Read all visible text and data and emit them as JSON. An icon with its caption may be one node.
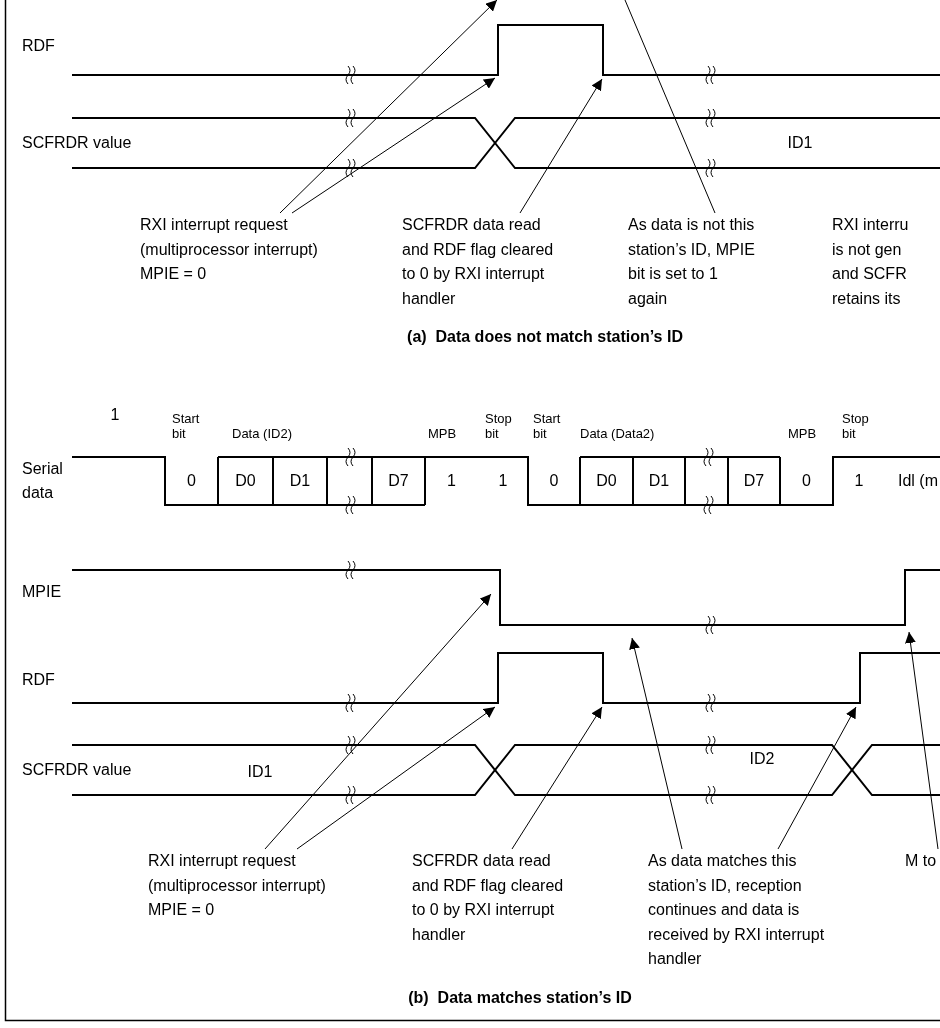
{
  "diagram": {
    "nodes": [
      {
        "text": [
          "RXI interrupt request (multiprocessor interrupt) MPIE = 0"
        ]
      },
      {
        "text": [
          "SCFRDR data read and RDF flag cleared to 0 by RXI interrupt handler"
        ]
      },
      {
        "text": [
          "As data is not this station’s ID, MPIE bit is set to 1 again"
        ]
      },
      {
        "text": [
          "RXI interru is not gen and SCFR retains its"
        ]
      },
      {
        "text": [
          "RXI interrupt request (multiprocessor interrupt) MPIE = 0"
        ]
      },
      {
        "text": [
          "SCFRDR data read and RDF flag cleared to 0 by RXI interrupt handler"
        ]
      },
      {
        "text": [
          "As data matches this station’s ID, reception continues and data is received by RXI interrupt handler"
        ]
      },
      {
        "text": [
          "M to"
        ]
      }
    ],
    "edges": [
      {
        "from": 0,
        "to": null,
        "arrow": "to"
      },
      {
        "from": 0,
        "to": null,
        "arrow": "to"
      },
      {
        "from": 1,
        "to": null,
        "arrow": "to"
      },
      {
        "from": 2,
        "to": null,
        "arrow": "none"
      },
      {
        "from": 4,
        "to": null,
        "arrow": "to"
      },
      {
        "from": 4,
        "to": null,
        "arrow": "to"
      },
      {
        "from": 5,
        "to": null,
        "arrow": "to"
      },
      {
        "from": 6,
        "to": null,
        "arrow": "to"
      },
      {
        "from": 6,
        "to": null,
        "arrow": "to"
      },
      {
        "from": 7,
        "to": null,
        "arrow": "to"
      }
    ],
    "labels": [
      "RDF",
      "SCFRDR value",
      "ID1",
      "(a)  Data does not match station’s ID",
      "1",
      "Start bit",
      "Data (ID2)",
      "MPB",
      "Stop bit",
      "Start bit",
      "Data (Data2)",
      "MPB",
      "Stop bit",
      "Serial data",
      "0",
      "D0",
      "D1",
      "D7",
      "1",
      "1",
      "0",
      "D0",
      "D1",
      "D7",
      "0",
      "1",
      "Idl (m",
      "MPIE",
      "RDF",
      "SCFRDR value",
      "ID1",
      "ID2",
      "(b)  Data matches station’s ID"
    ]
  }
}
